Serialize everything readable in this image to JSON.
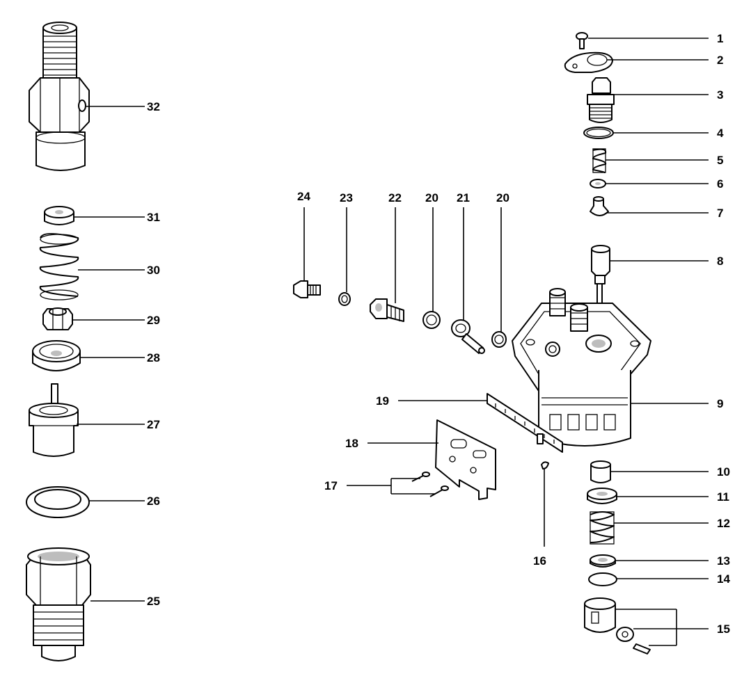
{
  "labels": {
    "l1": "1",
    "l2": "2",
    "l3": "3",
    "l4": "4",
    "l5": "5",
    "l6": "6",
    "l7": "7",
    "l8": "8",
    "l9": "9",
    "l10": "10",
    "l11": "11",
    "l12": "12",
    "l13": "13",
    "l14": "14",
    "l15": "15",
    "l16": "16",
    "l17": "17",
    "l18": "18",
    "l19": "19",
    "l20a": "20",
    "l20b": "20",
    "l21": "21",
    "l22": "22",
    "l23": "23",
    "l24": "24",
    "l25": "25",
    "l26": "26",
    "l27": "27",
    "l28": "28",
    "l29": "29",
    "l30": "30",
    "l31": "31",
    "l32": "32"
  }
}
